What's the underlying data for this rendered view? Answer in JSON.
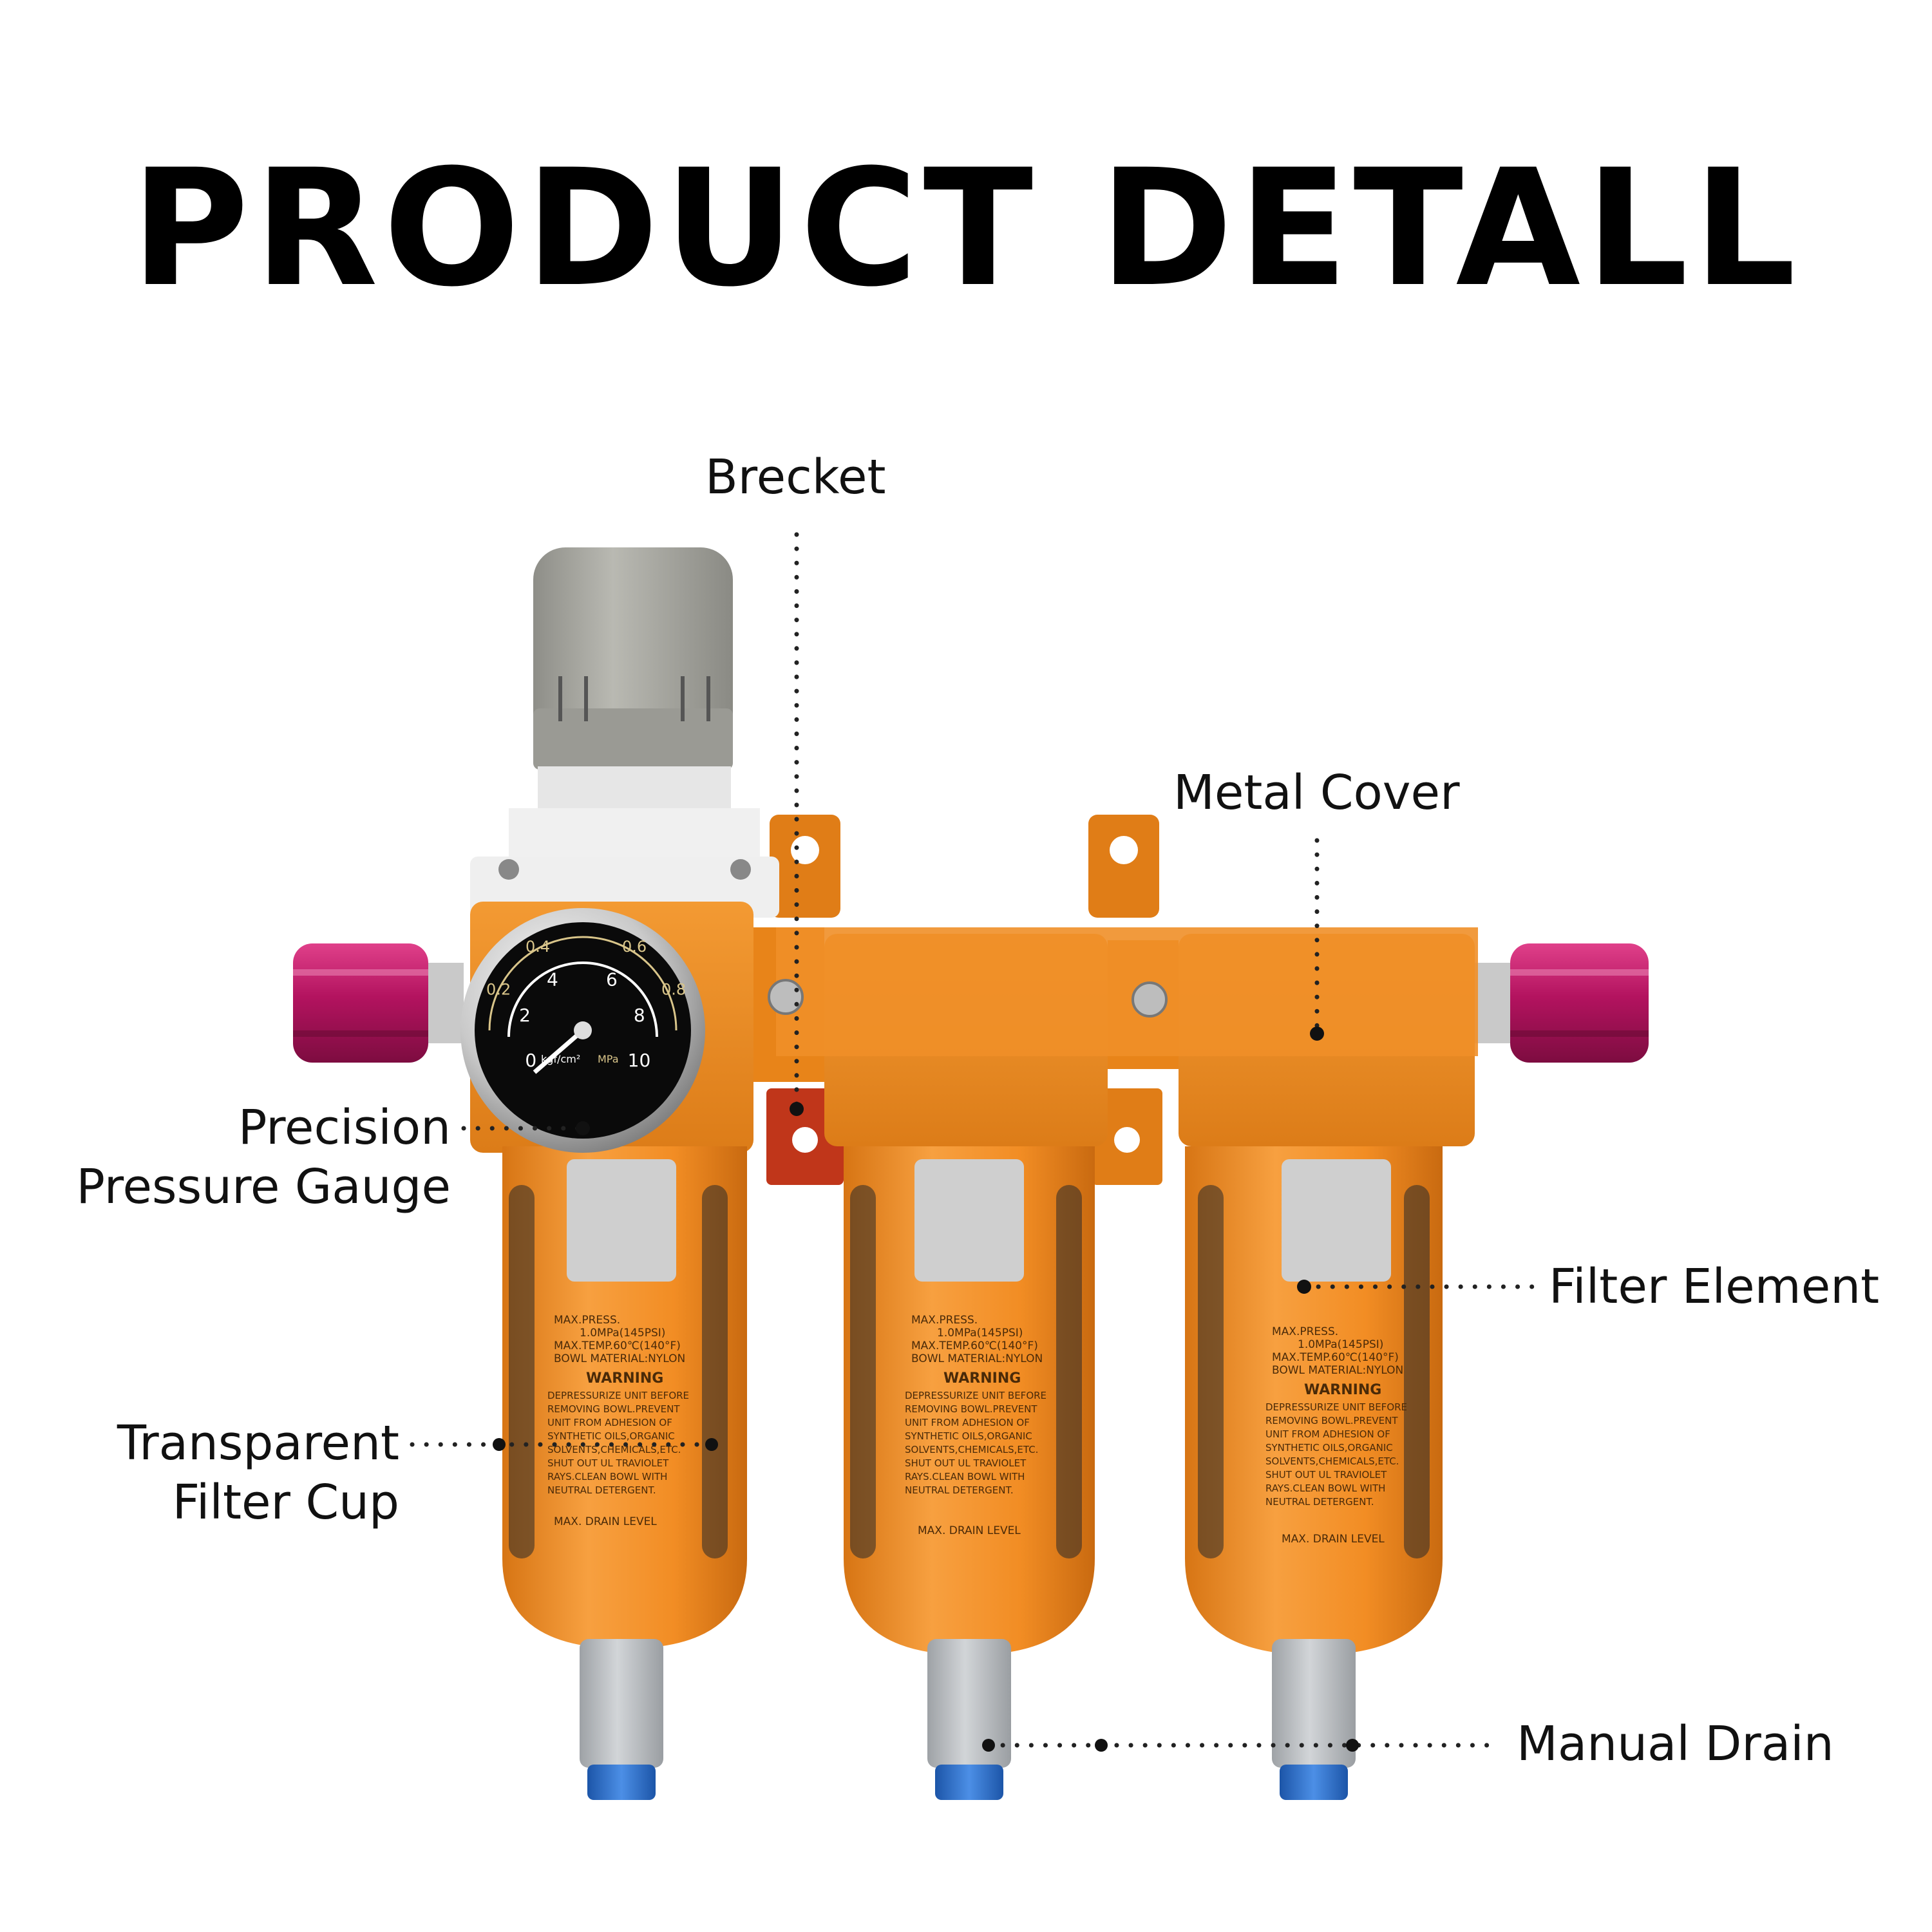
{
  "title": "PRODUCT DETALL",
  "callouts": {
    "brecket": "Brecket",
    "metal_cover": "Metal Cover",
    "gauge_line1": "Precision",
    "gauge_line2": "Pressure Gauge",
    "filter_element": "Filter Element",
    "cup_line1": "Transparent",
    "cup_line2": "Filter Cup",
    "manual_drain": "Manual Drain"
  },
  "gauge": {
    "outer_scale": [
      "0.2",
      "0.4",
      "0.6",
      "0.8"
    ],
    "inner_scale": [
      "0",
      "2",
      "4",
      "6",
      "8",
      "10"
    ],
    "unit_left": "kgf/cm²",
    "unit_right": "MPa"
  },
  "bowl_label": {
    "max_press": "MAX.PRESS.",
    "press_value": "1.0MPa(145PSI)",
    "max_temp": "MAX.TEMP.60℃(140°F)",
    "material": "BOWL MATERIAL:NYLON",
    "warning": "WARNING",
    "warning_text": [
      "DEPRESSURIZE UNIT BEFORE",
      "REMOVING BOWL.PREVENT",
      "UNIT FROM ADHESION OF",
      "SYNTHETIC OILS,ORGANIC",
      "SOLVENTS,CHEMICALS,ETC.",
      "SHUT OUT UL TRAVIOLET",
      "RAYS.CLEAN BOWL WITH",
      "NEUTRAL DETERGENT."
    ],
    "drain_level": "MAX. DRAIN LEVEL"
  },
  "colors": {
    "body_orange": "#ee8a23",
    "cup_orange": "#f2962e",
    "knob_grey": "#a7a7a0",
    "coupler_pink": "#c01a6a",
    "drain_grey": "#b4b8bc",
    "fitting_blue": "#2f74d0"
  }
}
